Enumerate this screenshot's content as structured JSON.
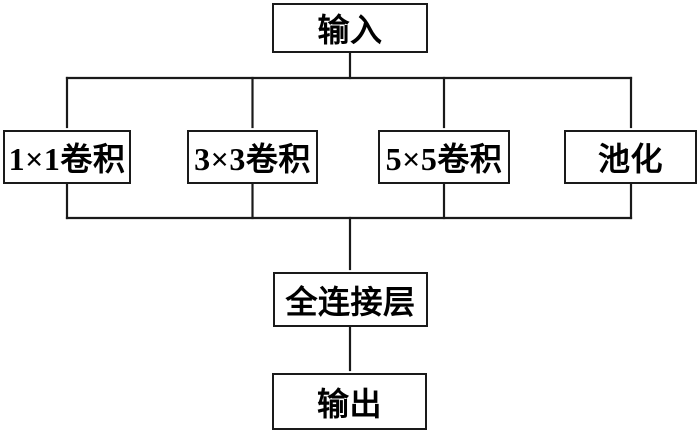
{
  "diagram": {
    "type": "flowchart",
    "nodes": {
      "input": {
        "label": "输入"
      },
      "conv1": {
        "label": "1×1卷积"
      },
      "conv3": {
        "label": "3×3卷积"
      },
      "conv5": {
        "label": "5×5卷积"
      },
      "pool": {
        "label": "池化"
      },
      "fc": {
        "label": "全连接层"
      },
      "output": {
        "label": "输出"
      }
    },
    "edges": [
      {
        "from": "input",
        "to": "conv1"
      },
      {
        "from": "input",
        "to": "conv3"
      },
      {
        "from": "input",
        "to": "conv5"
      },
      {
        "from": "input",
        "to": "pool"
      },
      {
        "from": "conv1",
        "to": "fc"
      },
      {
        "from": "conv3",
        "to": "fc"
      },
      {
        "from": "conv5",
        "to": "fc"
      },
      {
        "from": "fc",
        "to": "output"
      }
    ],
    "colors": {
      "line": "#1a1a1a",
      "arrowhead": "#1a1a1a",
      "box_border": "#1a1a1a",
      "box_fill": "#ffffff",
      "text": "#000000",
      "background": "#ffffff"
    }
  }
}
